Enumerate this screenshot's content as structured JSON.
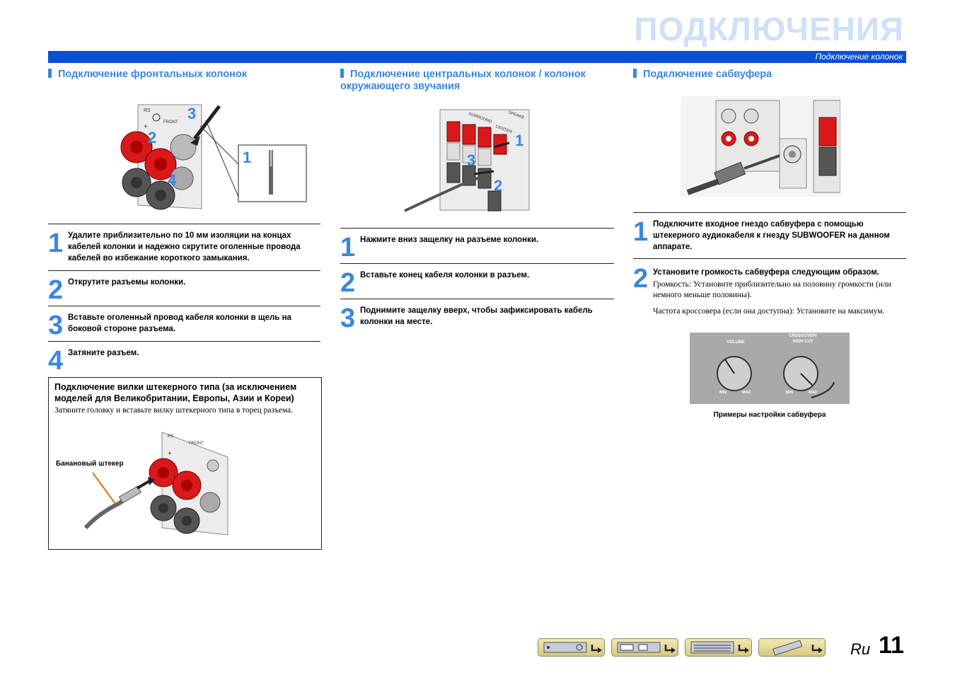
{
  "header": {
    "page_title": "ПОДКЛЮЧЕНИЯ",
    "bar_label": "Подключение колонок"
  },
  "columns": {
    "front": {
      "heading": "Подключение фронтальных колонок",
      "diagram_labels": [
        "1",
        "2",
        "3",
        "4"
      ],
      "steps": [
        {
          "num": "1",
          "text": "Удалите приблизительно по 10 мм изоляции на концах кабелей колонки и надежно скрутите оголенные провода кабелей во избежание короткого замыкания."
        },
        {
          "num": "2",
          "text": "Открутите разъемы колонки."
        },
        {
          "num": "3",
          "text": "Вставьте оголенный провод кабеля колонки в щель на боковой стороне разъема."
        },
        {
          "num": "4",
          "text": "Затяните разъем."
        }
      ],
      "plug_box": {
        "title": "Подключение вилки штекерного типа (за исключением моделей для Великобритании, Европы, Азии и Кореи)",
        "body": "Затяните головку и вставьте вилку штекерного типа в торец разъема.",
        "plug_label": "Банановый штекер"
      }
    },
    "center": {
      "heading": "Подключение центральных колонок / колонок окружающего звучания",
      "diagram_labels": [
        "1",
        "2",
        "3"
      ],
      "steps": [
        {
          "num": "1",
          "text": "Нажмите вниз защелку на разъеме колонки."
        },
        {
          "num": "2",
          "text": "Вставьте конец кабеля колонки в разъем."
        },
        {
          "num": "3",
          "text": "Поднимите защелку вверх, чтобы зафиксировать кабель колонки на месте."
        }
      ]
    },
    "sub": {
      "heading": "Подключение сабвуфера",
      "steps": [
        {
          "num": "1",
          "text": "Подключите входное гнездо сабвуфера с помощью штекерного аудиокабеля к гнезду SUBWOOFER на данном аппарате."
        },
        {
          "num": "2",
          "text": "Установите громкость сабвуфера следующим образом.",
          "notes": [
            "Громкость: Установите приблизительно на половину громкости (или немного меньше половины).",
            "Частота кроссовера (если она доступна): Установите на максимум."
          ]
        }
      ],
      "knobs": {
        "volume": "VOLUME",
        "crossover": [
          "CROSSOVER/",
          "HIGH CUT"
        ],
        "min": "MIN",
        "max": "MAX"
      },
      "caption": "Примеры настройки сабвуфера"
    }
  },
  "footer": {
    "lang": "Ru",
    "page": "11",
    "nav_icons": [
      "front-panel-nav-icon",
      "rear-panel-nav-icon",
      "display-nav-icon",
      "remote-nav-icon"
    ]
  },
  "colors": {
    "accent": "#3a86e0",
    "bar": "#0a4fd6",
    "title": "#cfe0f8",
    "terminal_red": "#d81a1a"
  }
}
